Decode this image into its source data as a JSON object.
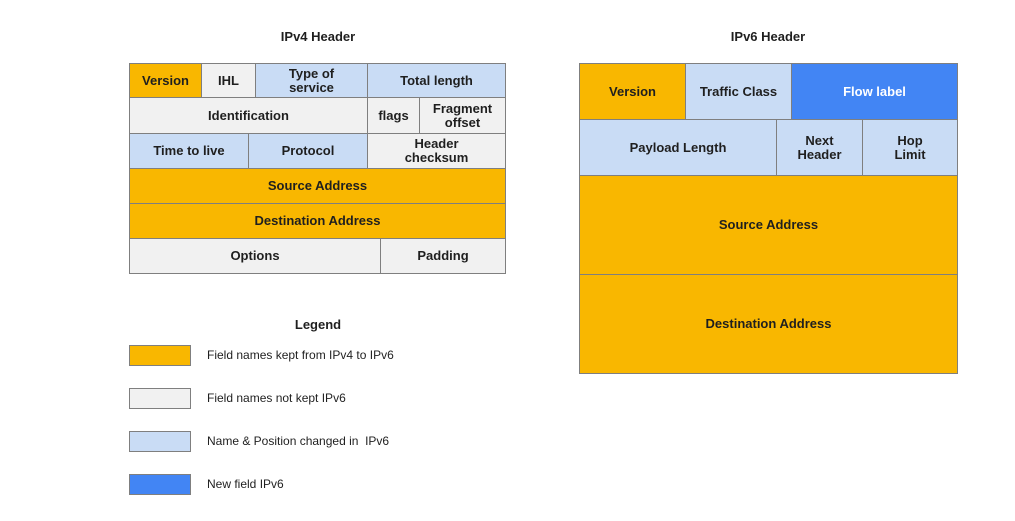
{
  "ipv4": {
    "title": "IPv4 Header",
    "fields": {
      "version": "Version",
      "ihl": "IHL",
      "tos": "Type of\nservice",
      "total_length": "Total length",
      "identification": "Identification",
      "flags": "flags",
      "fragment_offset": "Fragment\noffset",
      "ttl": "Time to live",
      "protocol": "Protocol",
      "header_checksum": "Header\nchecksum",
      "source": "Source Address",
      "destination": "Destination Address",
      "options": "Options",
      "padding": "Padding"
    }
  },
  "ipv6": {
    "title": "IPv6 Header",
    "fields": {
      "version": "Version",
      "traffic_class": "Traffic Class",
      "flow_label": "Flow label",
      "payload_length": "Payload Length",
      "next_header": "Next\nHeader",
      "hop_limit": "Hop\nLimit",
      "source": "Source Address",
      "destination": "Destination Address"
    }
  },
  "legend": {
    "title": "Legend",
    "items": [
      {
        "label": "Field names kept from IPv4 to IPv6",
        "color": "#f9b700"
      },
      {
        "label": "Field names not kept IPv6",
        "color": "#f1f1f1"
      },
      {
        "label": "Name & Position changed in  IPv6",
        "color": "#c9dcf5"
      },
      {
        "label": "New field IPv6",
        "color": "#4285f4"
      }
    ]
  }
}
